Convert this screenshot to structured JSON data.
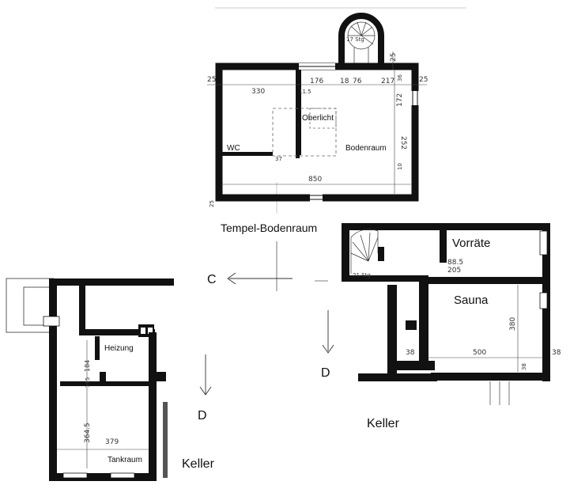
{
  "temple": {
    "title": "Tempel-Bodenraum",
    "rooms": {
      "wc": "WC",
      "oberlicht": "Oberlicht",
      "bodenraum": "Bodenraum"
    },
    "stair_steps": "17 Stg",
    "dims": {
      "wall_left": "25",
      "wall_right": "25",
      "wall_top_right": "25",
      "wall_bottom": "25",
      "width_left": "330",
      "width_mid": "176",
      "gap1": "18",
      "gap2": "76",
      "width_right": "217",
      "depth_small": "11.5",
      "overall_width": "850",
      "d1": "36",
      "d2": "172",
      "d3": "252",
      "d4": "10",
      "d5": "37"
    }
  },
  "right_plan": {
    "title": "Keller",
    "rooms": {
      "vorraete": "Vorräte",
      "sauna": "Sauna"
    },
    "stair_steps": "21 Stg",
    "dims": {
      "door_w": "88.5",
      "door_h": "205",
      "depth": "380",
      "width": "500",
      "wall_a": "38",
      "wall_b": "38",
      "wall_c": "38"
    }
  },
  "left_plan": {
    "title": "Keller",
    "rooms": {
      "heizung": "Heizung",
      "tankraum": "Tankraum"
    },
    "dims": {
      "d1": "184",
      "d2": "115",
      "length": "364.5",
      "width": "379"
    }
  },
  "sections": {
    "c": "C",
    "d_left": "D",
    "d_right": "D"
  }
}
